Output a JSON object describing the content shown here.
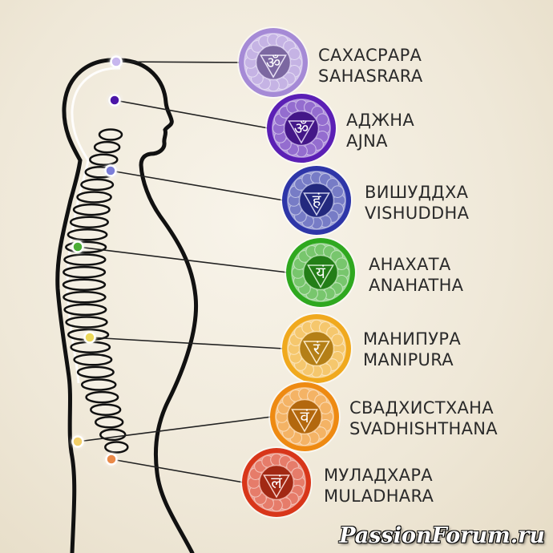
{
  "chakras": [
    {
      "name_ru": "САХАСРАРА",
      "name_en": "SAHASRARA",
      "color": "#a58ad6",
      "dot": "#c7b6ee",
      "symbol": "ॐ"
    },
    {
      "name_ru": "АДЖНА",
      "name_en": "AJNA",
      "color": "#5b1fb5",
      "dot": "#4b14a8",
      "symbol": "ॐ"
    },
    {
      "name_ru": "ВИШУДДХА",
      "name_en": "VISHUDDHA",
      "color": "#2e36a8",
      "dot": "#7c7ed8",
      "symbol": "हं"
    },
    {
      "name_ru": "АНАХАТА",
      "name_en": "ANAHATHA",
      "color": "#2fa81f",
      "dot": "#4cae35",
      "symbol": "यं"
    },
    {
      "name_ru": "МАНИПУРА",
      "name_en": "MANIPURA",
      "color": "#f0a91e",
      "dot": "#ecd85a",
      "symbol": "रं"
    },
    {
      "name_ru": "СВАДХИСТХАНА",
      "name_en": "SVADHISHTHANA",
      "color": "#ee8a12",
      "dot": "#f2cf6a",
      "symbol": "वं"
    },
    {
      "name_ru": "МУЛАДХАРА",
      "name_en": "MULADHARA",
      "color": "#d8361a",
      "dot": "#ea8a4a",
      "symbol": "लं"
    }
  ],
  "watermark": "PassionForum.ru"
}
